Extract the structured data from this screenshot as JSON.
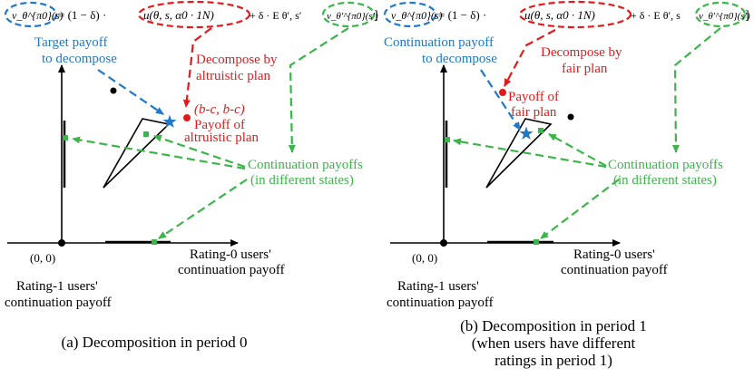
{
  "colors": {
    "blue": "#1f78c8",
    "red": "#e31a1c",
    "green": "#3bb54a",
    "black": "#000000"
  },
  "panels": [
    {
      "formula": {
        "lhs": "v_θ^{π0}(s)",
        "mid1": "= (1 − δ) ·",
        "payoff": "u(θ, s, α0 · 1N)",
        "mid2": "+ δ · E θ′, s′",
        "cont": "v_θ′^{π0}(s′)",
        "end": "]"
      },
      "blue_label": [
        "Target payoff",
        "to decompose"
      ],
      "red_label": [
        "Decompose by",
        "altruistic plan"
      ],
      "point_label_coord": "(b-c, b-c)",
      "point_label": [
        "Payoff of",
        "altruistic plan"
      ],
      "green_label": [
        "Continuation payoffs",
        "(in different states)"
      ],
      "origin": "(0, 0)",
      "x_axis_label": [
        "Rating-0 users'",
        "continuation payoff"
      ],
      "y_axis_label": [
        "Rating-1 users'",
        "continuation payoff"
      ],
      "caption": [
        "(a) Decomposition in period 0"
      ]
    },
    {
      "formula": {
        "lhs": "v_θ^{π0}(s)",
        "mid1": "= (1 − δ) ·",
        "payoff": "u(θ, s, α0 · 1N)",
        "mid2": "+ δ · E θ′, s",
        "cont": "v_θ′^{π0}(s′)",
        "end": "]"
      },
      "blue_label": [
        "Continuation payoff",
        "to decompose"
      ],
      "red_label": [
        "Decompose by",
        "fair plan"
      ],
      "point_label_coord": "",
      "point_label": [
        "Payoff of",
        "fair plan"
      ],
      "green_label": [
        "Continuation payoffs",
        "(in different states)"
      ],
      "origin": "(0, 0)",
      "x_axis_label": [
        "Rating-0 users'",
        "continuation payoff"
      ],
      "y_axis_label": [
        "Rating-1 users'",
        "continuation payoff"
      ],
      "caption": [
        "(b) Decomposition in period 1",
        "(when users have different",
        "ratings in period 1)"
      ]
    }
  ]
}
